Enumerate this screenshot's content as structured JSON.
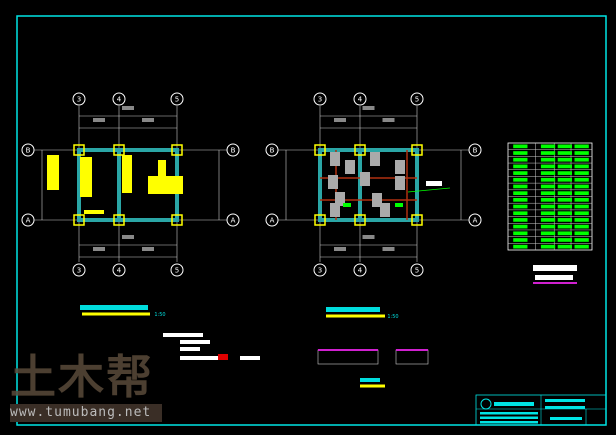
{
  "drawing": {
    "plan1": {
      "columns": [
        "3",
        "4",
        "5"
      ],
      "rows": [
        "B",
        "A"
      ],
      "scale": "1:50",
      "title_color": "#00ffff"
    },
    "plan2": {
      "columns": [
        "3",
        "4",
        "5"
      ],
      "rows": [
        "B",
        "A"
      ],
      "scale": "1:50"
    },
    "colors": {
      "frame": "#00e5e5",
      "grid": "#cccccc",
      "column": "#ffff00",
      "beam": "#2aa6a6",
      "rebar": "#ff2020",
      "table": "#00ff00",
      "magenta": "#d020d0"
    }
  },
  "watermark": {
    "logo": "土木帮",
    "url": "www.tumubang.net"
  }
}
